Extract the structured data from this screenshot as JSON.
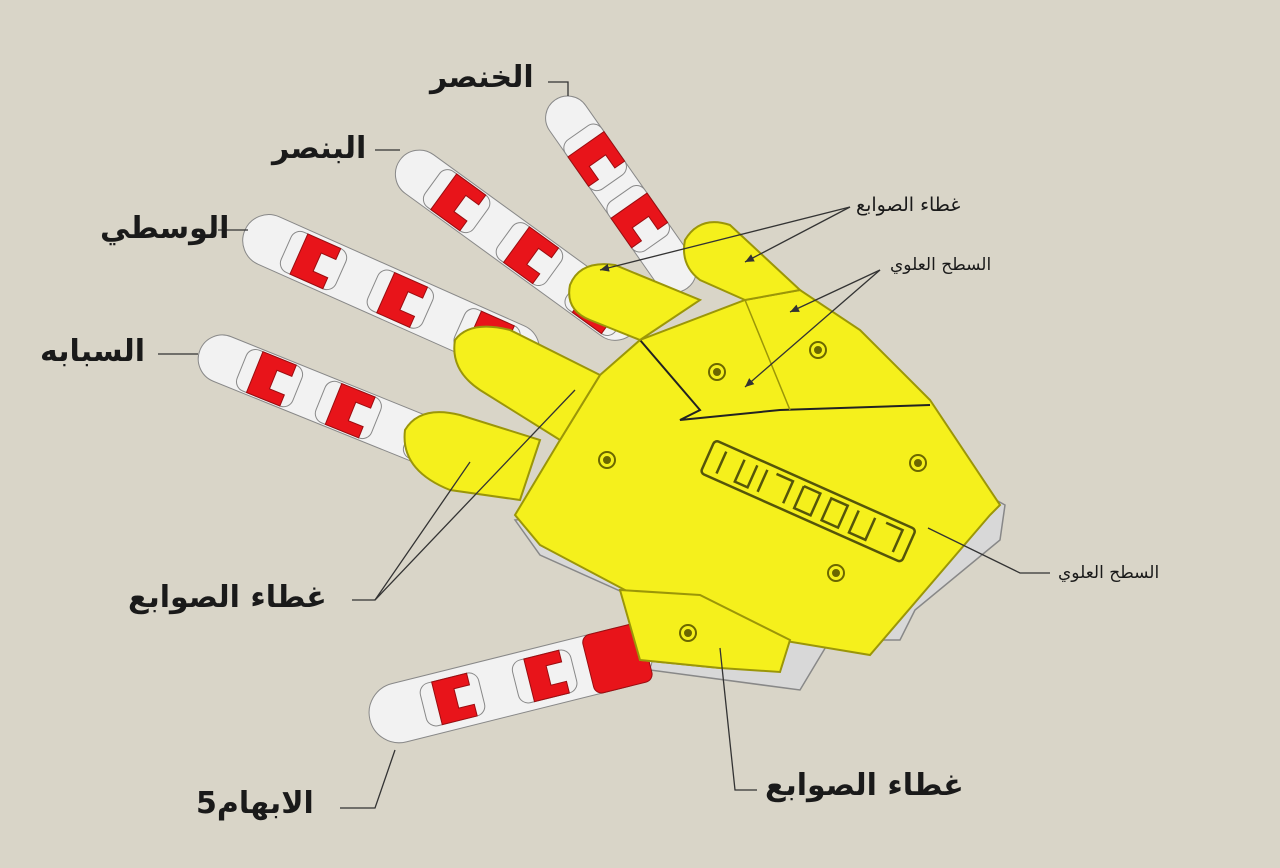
{
  "labels": {
    "pinky": "الخنصر",
    "ring": "البنصر",
    "middle": "الوسطي",
    "index": "السبابه",
    "thumb": "الابهام5",
    "covers_main": "غطاء الصوابع",
    "covers_bottom": "غطاء الصوابع",
    "covers_top": "غطاء الصوابع",
    "top_surface_upper": "السطح العلوي",
    "top_surface_right": "السطح العلوي"
  },
  "colors": {
    "background": "#d9d5c8",
    "palm": "#f5f01c",
    "joint": "#e8141a",
    "finger": "#f2f2f2",
    "line": "#333333"
  }
}
